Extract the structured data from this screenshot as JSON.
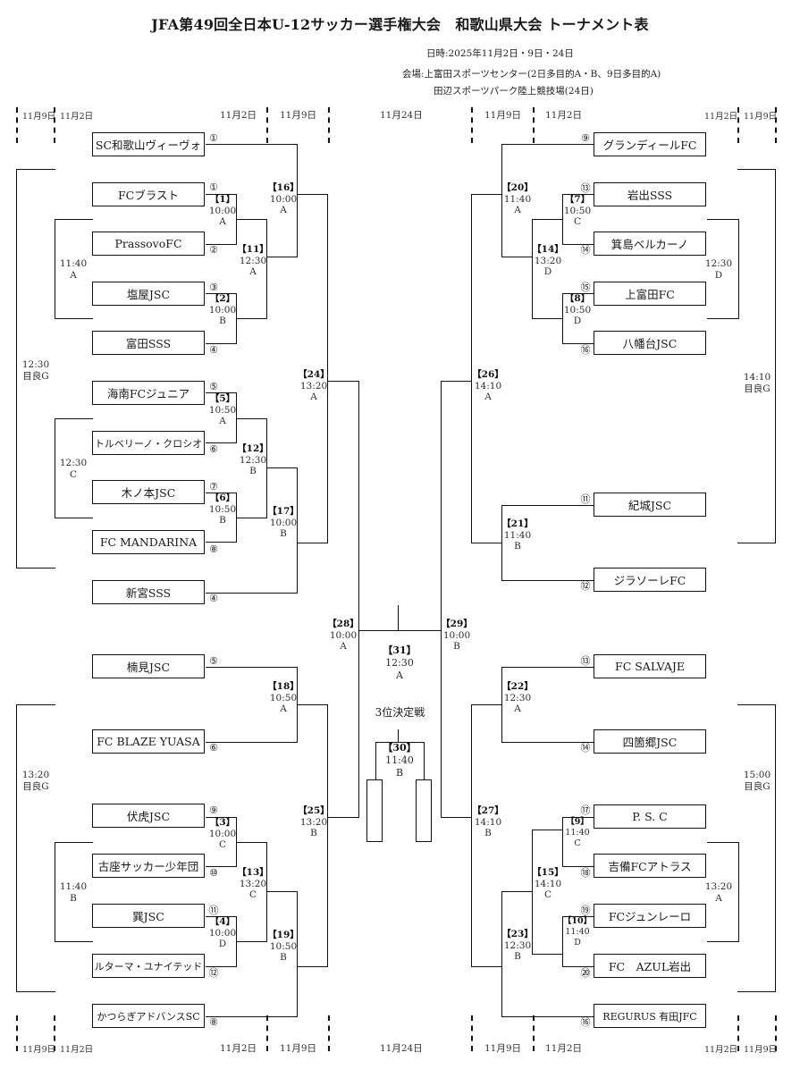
{
  "title": "JFA第49回全日本U-12サッカー選手権大会　和歌山県大会 トーナメント表",
  "info": {
    "datetime": "日時:2025年11月2日・9日・24日",
    "venue_line1": "会場:上富田スポーツセンター(2日多目的A・B、9日多目的A)",
    "venue_line2": "田辺スポーツパーク陸上競技場(24日)"
  },
  "dates": {
    "nov9": "11月9日",
    "nov2": "11月2日",
    "nov24": "11月24日"
  },
  "left_teams": [
    {
      "name": "SC和歌山ヴィーヴォ",
      "seed": "①"
    },
    {
      "name": "FCブラスト",
      "seed": "①"
    },
    {
      "name": "PrassovoFC",
      "seed": "②"
    },
    {
      "name": "塩屋JSC",
      "seed": "③"
    },
    {
      "name": "富田SSS",
      "seed": "④"
    },
    {
      "name": "海南FCジュニア",
      "seed": "⑤"
    },
    {
      "name": "トルベリーノ・クロシオ",
      "seed": "⑥"
    },
    {
      "name": "木ノ本JSC",
      "seed": "⑦"
    },
    {
      "name": "FC MANDARINA",
      "seed": "⑧"
    },
    {
      "name": "新宮SSS",
      "seed": "④"
    },
    {
      "name": "楠見JSC",
      "seed": "⑤"
    },
    {
      "name": "FC BLAZE YUASA",
      "seed": "⑥"
    },
    {
      "name": "伏虎JSC",
      "seed": "⑨"
    },
    {
      "name": "古座サッカー少年団",
      "seed": "⑩"
    },
    {
      "name": "巽JSC",
      "seed": "⑪"
    },
    {
      "name": "ルターマ・ユナイテッド",
      "seed": "⑫"
    },
    {
      "name": "かつらぎアドバンスSC",
      "seed": "⑧"
    }
  ],
  "right_teams": [
    {
      "name": "グランディールFC",
      "seed": "⑨"
    },
    {
      "name": "岩出SSS",
      "seed": "⑬"
    },
    {
      "name": "箕島ベルカーノ",
      "seed": "⑭"
    },
    {
      "name": "上富田FC",
      "seed": "⑮"
    },
    {
      "name": "八幡台JSC",
      "seed": "⑯"
    },
    {
      "name": "紀城JSC",
      "seed": "⑪"
    },
    {
      "name": "ジラソーレFC",
      "seed": "⑫"
    },
    {
      "name": "FC SALVAJE",
      "seed": "⑬"
    },
    {
      "name": "四箇郷JSC",
      "seed": "⑭"
    },
    {
      "name": "P. S. C",
      "seed": "⑰"
    },
    {
      "name": "吉備FCアトラス",
      "seed": "⑱"
    },
    {
      "name": "FCジュンレーロ",
      "seed": "⑲"
    },
    {
      "name": "FC　AZUL岩出",
      "seed": "⑳"
    },
    {
      "name": "REGURUS 有田JFC",
      "seed": "⑯"
    }
  ],
  "matches": {
    "m1": {
      "id": "【1】",
      "time": "10:00",
      "court": "A"
    },
    "m2": {
      "id": "【2】",
      "time": "10:00",
      "court": "B"
    },
    "m3": {
      "id": "【3】",
      "time": "10:00",
      "court": "C"
    },
    "m4": {
      "id": "【4】",
      "time": "10:00",
      "court": "D"
    },
    "m5": {
      "id": "【5】",
      "time": "10:50",
      "court": "A"
    },
    "m6": {
      "id": "【6】",
      "time": "10:50",
      "court": "B"
    },
    "m7": {
      "id": "【7】",
      "time": "10:50",
      "court": "C"
    },
    "m8": {
      "id": "【8】",
      "time": "10:50",
      "court": "D"
    },
    "m9": {
      "id": "【9】",
      "time": "11:40",
      "court": "C"
    },
    "m10": {
      "id": "【10】",
      "time": "11:40",
      "court": "D"
    },
    "m11": {
      "id": "【11】",
      "time": "12:30",
      "court": "A"
    },
    "m12": {
      "id": "【12】",
      "time": "12:30",
      "court": "B"
    },
    "m13": {
      "id": "【13】",
      "time": "13:20",
      "court": "C"
    },
    "m14": {
      "id": "【14】",
      "time": "13:20",
      "court": "D"
    },
    "m15": {
      "id": "【15】",
      "time": "14:10",
      "court": "C"
    },
    "m16": {
      "id": "【16】",
      "time": "10:00",
      "court": "A"
    },
    "m17": {
      "id": "【17】",
      "time": "10:00",
      "court": "B"
    },
    "m18": {
      "id": "【18】",
      "time": "10:50",
      "court": "A"
    },
    "m19": {
      "id": "【19】",
      "time": "10:50",
      "court": "B"
    },
    "m20": {
      "id": "【20】",
      "time": "11:40",
      "court": "A"
    },
    "m21": {
      "id": "【21】",
      "time": "11:40",
      "court": "B"
    },
    "m22": {
      "id": "【22】",
      "time": "12:30",
      "court": "A"
    },
    "m23": {
      "id": "【23】",
      "time": "12:30",
      "court": "B"
    },
    "m24": {
      "id": "【24】",
      "time": "13:20",
      "court": "A"
    },
    "m25": {
      "id": "【25】",
      "time": "13:20",
      "court": "B"
    },
    "m26": {
      "id": "【26】",
      "time": "14:10",
      "court": "A"
    },
    "m27": {
      "id": "【27】",
      "time": "14:10",
      "court": "B"
    },
    "m28": {
      "id": "【28】",
      "time": "10:00",
      "court": "A"
    },
    "m29": {
      "id": "【29】",
      "time": "10:00",
      "court": "B"
    },
    "m30": {
      "id": "【30】",
      "time": "11:40",
      "court": "B"
    },
    "m31": {
      "id": "【31】",
      "time": "12:30",
      "court": "A"
    }
  },
  "consolation": {
    "l_a": {
      "time": "11:40",
      "court": "A"
    },
    "l_b": {
      "time": "12:30",
      "court": "C"
    },
    "l_c": {
      "time": "11:40",
      "court": "B"
    },
    "l_outer_top": {
      "time": "12:30",
      "court": "目良G"
    },
    "l_outer_bot": {
      "time": "13:20",
      "court": "目良G"
    },
    "r_a": {
      "time": "12:30",
      "court": "D"
    },
    "r_b": {
      "time": "13:20",
      "court": "A"
    },
    "r_outer_top": {
      "time": "14:10",
      "court": "目良G"
    },
    "r_outer_bot": {
      "time": "15:00",
      "court": "目良G"
    }
  },
  "third_place_label": "3位決定戦"
}
